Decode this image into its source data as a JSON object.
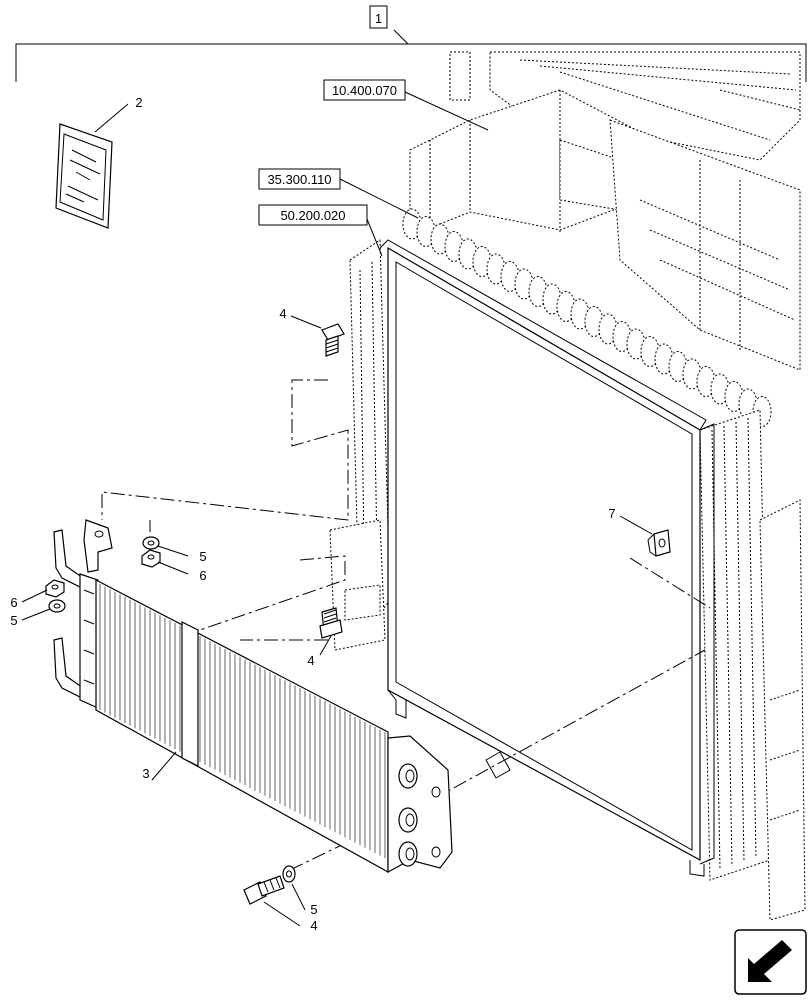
{
  "diagram": {
    "top_bracket_label": "1",
    "part_references": {
      "ref_a": "10.400.070",
      "ref_b": "35.300.110",
      "ref_c": "50.200.020"
    },
    "callouts": {
      "bag_instructions": "2",
      "oil_cooler": "3",
      "bolt_upper": "4",
      "bolt_middle": "4",
      "bolt_lower": "4",
      "washer_right": "5",
      "nut_right": "6",
      "nut_left": "6",
      "washer_left": "5",
      "washer_lower": "5",
      "clip": "7"
    },
    "bag_text": "",
    "nav_icon": "arrow-icon"
  }
}
